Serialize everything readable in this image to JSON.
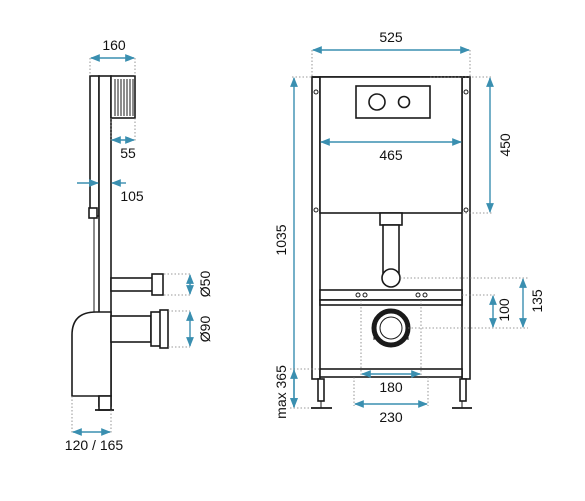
{
  "side_view": {
    "dim_top_width": "160",
    "dim_inner": "55",
    "dim_depth": "105",
    "dim_pipe_small": "Ø50",
    "dim_pipe_large": "Ø90",
    "dim_bottom": "120 / 165"
  },
  "front_view": {
    "dim_frame_width": "525",
    "dim_tank_width": "465",
    "dim_tank_height": "450",
    "dim_total_height": "1035",
    "dim_waste_upper": "135",
    "dim_waste_lower": "100",
    "dim_feet_height": "max 365",
    "dim_bolt_spacing": "180",
    "dim_feet_spacing": "230"
  },
  "colors": {
    "dimension_line": "#3a8fb0",
    "frame": "#1a1a1a",
    "extension_line": "#7a7a7a"
  }
}
